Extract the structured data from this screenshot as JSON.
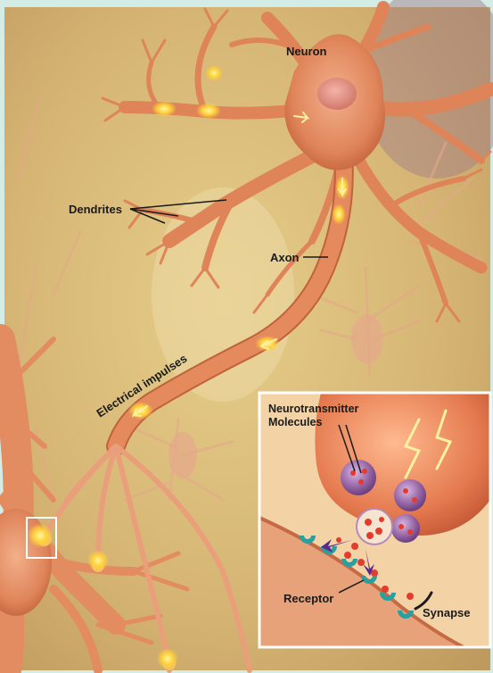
{
  "labels": {
    "neuron": "Neuron",
    "dendrites": "Dendrites",
    "axon": "Axon",
    "electrical_impulses": "Electrical impulses",
    "neurotransmitter_line1": "Neurotransmitter",
    "neurotransmitter_line2": "Molecules",
    "receptor": "Receptor",
    "synapse": "Synapse"
  },
  "colors": {
    "frame_border": "#d4ece6",
    "background": "#d9bd7a",
    "neuron_body": "#e08a5c",
    "neuron_edge": "#b85a35",
    "impulse": "#ffd23a",
    "vesicle": "#9d6aa6",
    "neurotransmitter": "#e43c2c",
    "receptor": "#2a9fa0",
    "inset_border": "#ffffff"
  }
}
